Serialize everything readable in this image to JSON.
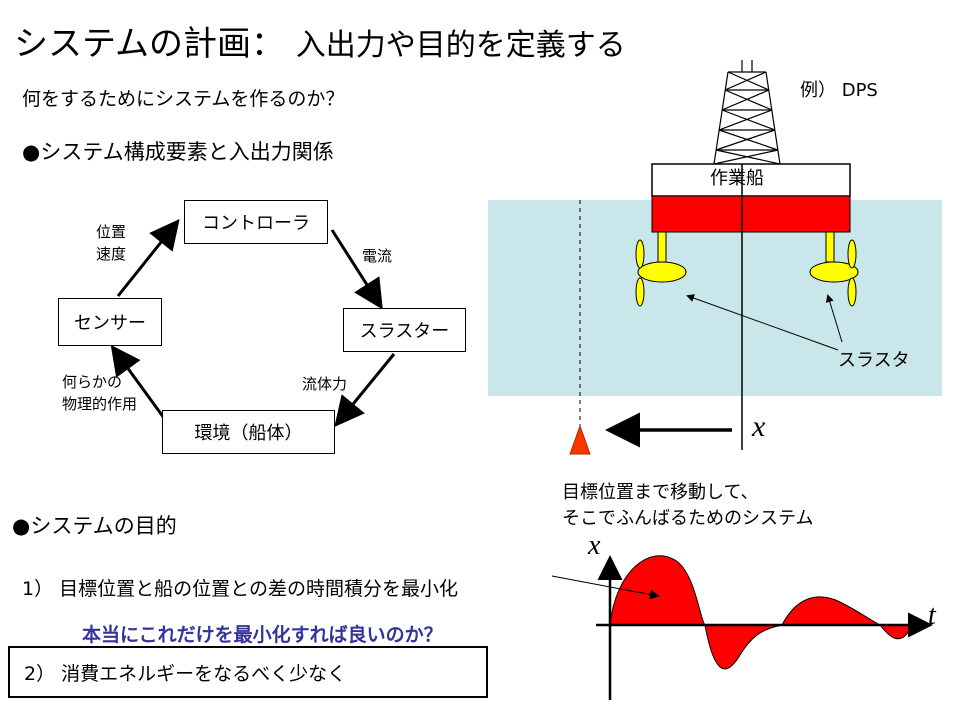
{
  "title": {
    "main": "システムの計画",
    "separator": "：",
    "sub": "入出力や目的を定義する"
  },
  "question": "何をするためにシステムを作るのか？",
  "section1": "●システム構成要素と入出力関係",
  "cycle": {
    "controller": "コントローラ",
    "thruster": "スラスター",
    "environment": "環境（船体）",
    "sensor": "センサー",
    "label_position": "位置",
    "label_velocity": "速度",
    "label_current": "電流",
    "label_fluid_force": "流体力",
    "label_physical_1": "何らかの",
    "label_physical_2": "物理的作用"
  },
  "dps": {
    "example": "例） DPS",
    "vessel": "作業船",
    "thruster_label": "スラスタ",
    "axis_x": "x",
    "caption_1": "目標位置まで移動して、",
    "caption_2": "そこでふんばるためのシステム",
    "colors": {
      "sea": "#c9e6ea",
      "hull": "#ff0000",
      "thruster": "#ffff00",
      "target": "#ff3300"
    }
  },
  "section2": "●システムの目的",
  "objective1": "1）  目標位置と船の位置との差の時間積分を最小化",
  "question2": "本当にこれだけを最小化すれば良いのか？",
  "objective2": "2）  消費エネルギーをなるべく少なく",
  "graph": {
    "axis_x": "x",
    "axis_t": "t",
    "fill_color": "#ff0000"
  }
}
